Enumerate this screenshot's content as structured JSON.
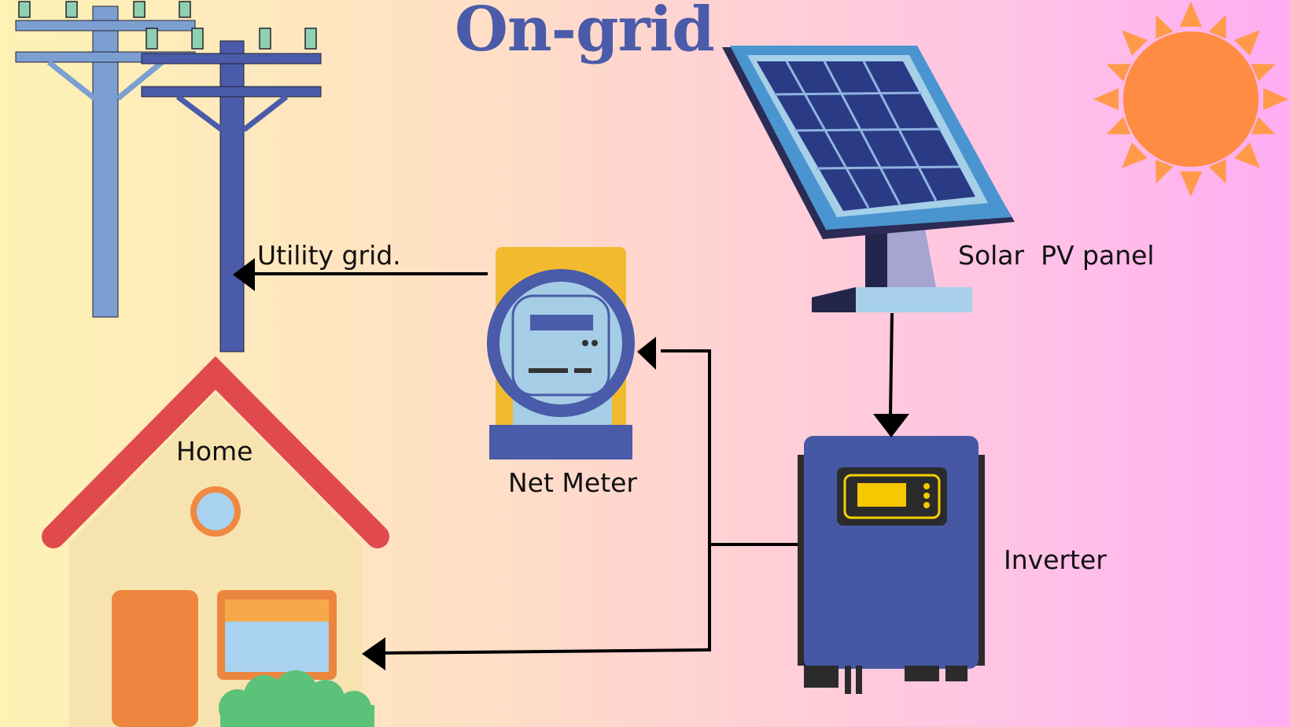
{
  "title": "On-grid",
  "labels": {
    "utility_grid": "Utility grid.",
    "solar_panel": "Solar  PV panel",
    "home": "Home",
    "net_meter": "Net Meter",
    "inverter": "Inverter"
  },
  "icons": {
    "utility_poles": "utility-pole-icon",
    "solar_panel": "solar-panel-icon",
    "sun": "sun-icon",
    "net_meter": "electric-meter-icon",
    "inverter": "inverter-icon",
    "home": "house-icon"
  },
  "colors": {
    "title": "#4a5ba9",
    "pole_light": "#7c9fd2",
    "pole_dark": "#4a5ba9",
    "sun": "#ff8c42",
    "roof": "#e04a4f",
    "inverter": "#4658a3",
    "meter_back": "#f2bb2f",
    "arrow": "#000000"
  }
}
